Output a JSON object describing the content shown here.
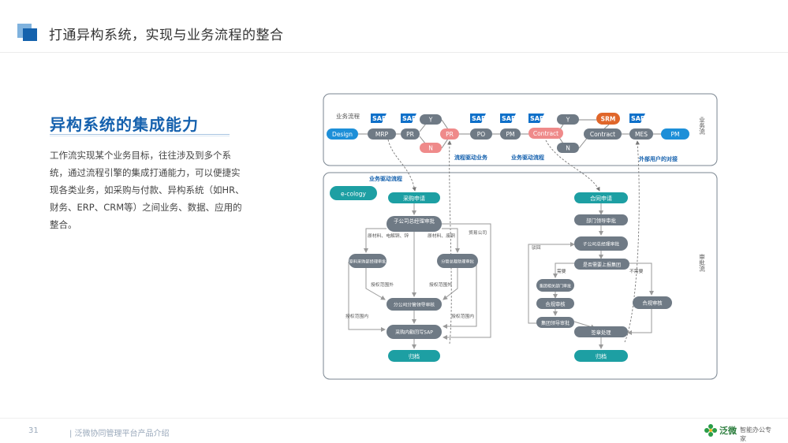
{
  "header": {
    "title": "打通异构系统，实现与业务流程的整合"
  },
  "section": {
    "title": "异构系统的集成能力",
    "paragraph_lines": [
      "工作流实现某个业务目标，往往涉及到多个系",
      "统，通过流程引擎的集成打通能力，可以便捷实",
      "现各类业务，如采购与付款、异构系统（如HR、",
      "财务、ERP、CRM等）之间业务、数据、应用的",
      "整合。"
    ]
  },
  "footer": {
    "page_number": "31",
    "text": "| 泛微协同管理平台产品介绍",
    "logo_text": "泛微",
    "logo_slogan": "智能办公专家"
  },
  "colors": {
    "accent_blue": "#1561ae",
    "node_gray": "#6f7a85",
    "node_teal": "#1d9fa3",
    "node_blue": "#1d8fd8",
    "node_pink": "#ef8a8a",
    "node_orange": "#e0662a",
    "sap_blue": "#0f70c9"
  },
  "diagram": {
    "top": {
      "label": "业务流程",
      "side_label": "业务流",
      "sap_badge": "SAP",
      "nodes": {
        "design": "Design",
        "mrp": "MRP",
        "pr1": "PR",
        "y1": "Y",
        "n1": "N",
        "pr2": "PR",
        "po": "PO",
        "pm1": "PM",
        "contract1": "Contract",
        "y2": "Y",
        "n2": "N",
        "srm": "SRM",
        "contract2": "Contract",
        "mes": "MES",
        "pm2": "PM"
      },
      "captions": {
        "c1": "流程驱动业务",
        "c2": "业务驱动流程",
        "c3": "外部用户的对接"
      }
    },
    "bottom": {
      "caption": "业务驱动流程",
      "side_label": "审批流",
      "ecology": "e-cology",
      "left": {
        "start": "采购申请",
        "subco_mgr": "子公司总经理审批",
        "material_mgr": "原料采购部经理审批",
        "branch_director": "分管总裁助理审批",
        "sub_leader": "分公司分管领导审核",
        "writeback": "采购内勤回写SAP",
        "archive": "归档",
        "lbl_material": "原材料、电解铜、锌",
        "lbl_material2": "原材料、废铜",
        "lbl_trade": "贸易公司",
        "lbl_out1": "授权范围外",
        "lbl_out2": "授权范围外",
        "lbl_in1": "授权范围内",
        "lbl_in2": "授权范围内"
      },
      "right": {
        "start": "合同申请",
        "dept_leader": "部门领导审批",
        "subco_mgr": "子公司总经理审批",
        "report_q": "是否需要上报集团",
        "group_dept": "集团相关部门审批",
        "compliance1": "合规审核",
        "group_leader": "集团领导审批",
        "sign": "签章处理",
        "archive": "归档",
        "compliance2": "合规审核",
        "lbl_return": "驳回",
        "lbl_need": "需要",
        "lbl_noneed": "不需要"
      }
    }
  }
}
